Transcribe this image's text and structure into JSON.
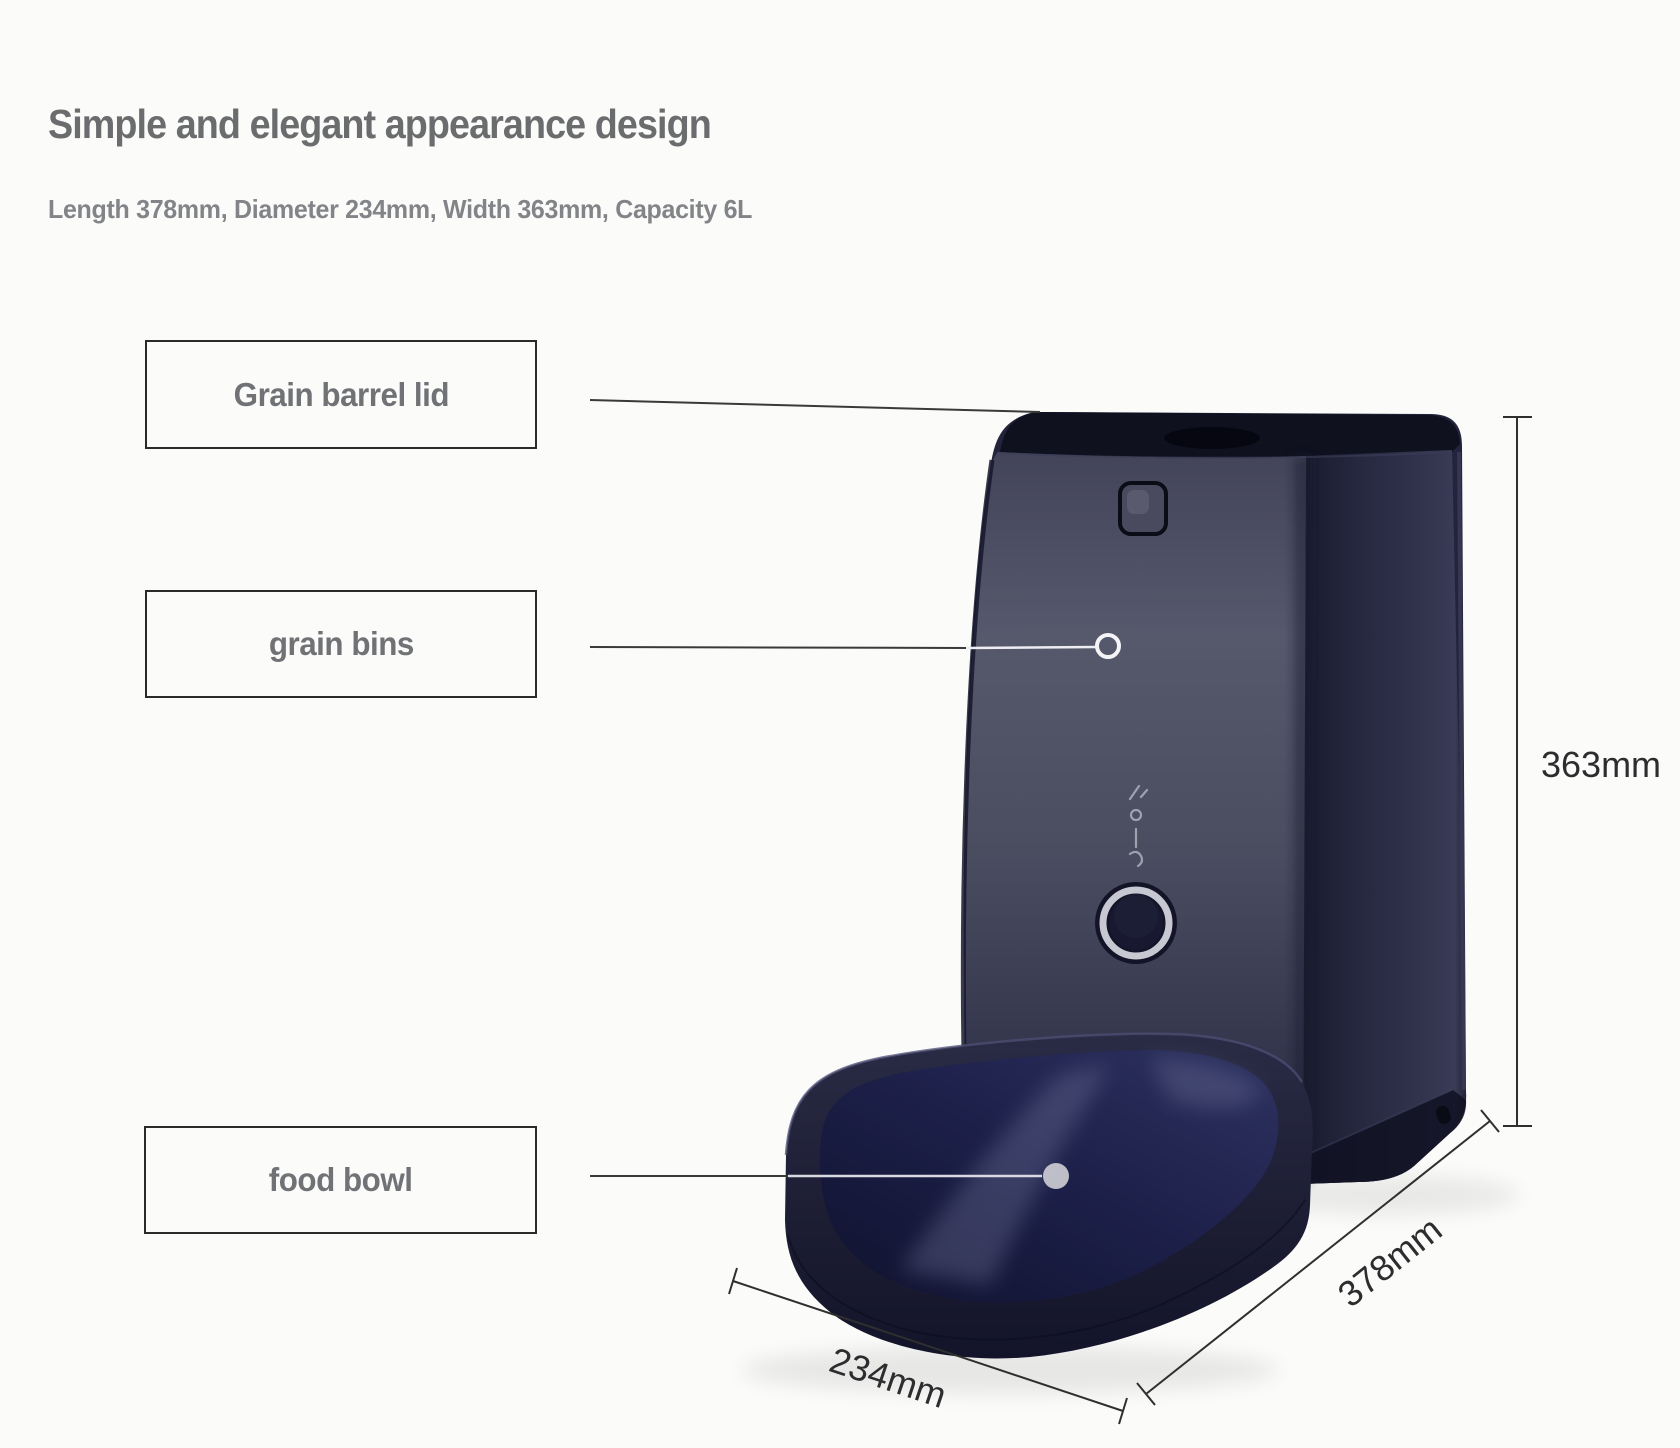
{
  "page": {
    "background_color": "#fbfbfa"
  },
  "header": {
    "title": "Simple and elegant appearance design",
    "subtitle": "Length 378mm, Diameter 234mm, Width 363mm, Capacity 6L"
  },
  "callouts": [
    {
      "label": "Grain barrel lid"
    },
    {
      "label": "grain bins"
    },
    {
      "label": "food bowl"
    }
  ],
  "dimensions": {
    "height_label": "363mm",
    "depth_label": "378mm",
    "width_label": "234mm"
  },
  "product": {
    "body_color": "#23243c",
    "bowl_inner_color": "#1d2048",
    "annotation_line_color": "#2f2f2f",
    "label_text_color": "#717276"
  }
}
